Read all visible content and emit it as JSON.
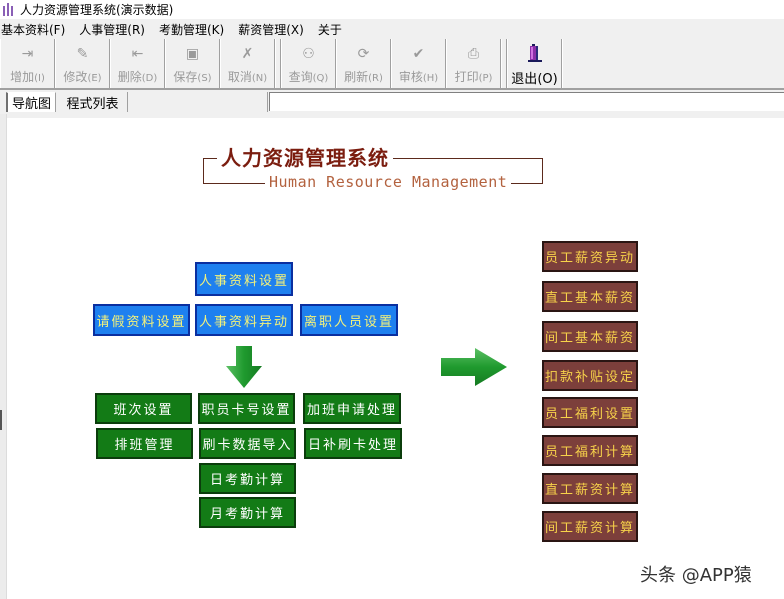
{
  "window": {
    "title": "人力资源管理系统(演示数据)",
    "icon": "app-icon"
  },
  "menu": {
    "items": [
      {
        "label": "基本资料(F)"
      },
      {
        "label": "人事管理(R)"
      },
      {
        "label": "考勤管理(K)"
      },
      {
        "label": "薪资管理(X)"
      },
      {
        "label": "关于"
      }
    ]
  },
  "toolbar": {
    "buttons": [
      {
        "label": "增加",
        "key": "(I)",
        "icon": "add-icon",
        "glyph": "⇥",
        "enabled": false
      },
      {
        "label": "修改",
        "key": "(E)",
        "icon": "edit-icon",
        "glyph": "✎",
        "enabled": false
      },
      {
        "label": "删除",
        "key": "(D)",
        "icon": "delete-icon",
        "glyph": "⇤",
        "enabled": false
      },
      {
        "label": "保存",
        "key": "(S)",
        "icon": "save-icon",
        "glyph": "▣",
        "enabled": false
      },
      {
        "label": "取消",
        "key": "(N)",
        "icon": "cancel-icon",
        "glyph": "✗",
        "enabled": false
      },
      {
        "label": "查询",
        "key": "(Q)",
        "icon": "binoculars-icon",
        "glyph": "⚇",
        "enabled": false
      },
      {
        "label": "刷新",
        "key": "(R)",
        "icon": "refresh-icon",
        "glyph": "⟳",
        "enabled": false
      },
      {
        "label": "审核",
        "key": "(H)",
        "icon": "check-icon",
        "glyph": "✔",
        "enabled": false
      },
      {
        "label": "打印",
        "key": "(P)",
        "icon": "print-icon",
        "glyph": "⎙",
        "enabled": false
      },
      {
        "label": "退出",
        "key": "(O)",
        "icon": "exit-door-icon",
        "glyph": "",
        "enabled": true
      }
    ]
  },
  "tabs": {
    "items": [
      {
        "label": "导航图",
        "selected": true
      },
      {
        "label": "程式列表",
        "selected": false
      }
    ],
    "search_value": ""
  },
  "header": {
    "title_cn": "人力资源管理系统",
    "title_en": "Human Resource Management"
  },
  "personnel": {
    "top": "人事资料设置",
    "row": [
      "请假资料设置",
      "人事资料异动",
      "离职人员设置"
    ]
  },
  "attendance": {
    "rows": [
      [
        "班次设置",
        "职员卡号设置",
        "加班申请处理"
      ],
      [
        "排班管理",
        "刷卡数据导入",
        "日补刷卡处理"
      ]
    ],
    "bottom": [
      "日考勤计算",
      "月考勤计算"
    ]
  },
  "payroll": {
    "items": [
      "员工薪资异动",
      "直工基本薪资",
      "间工基本薪资",
      "扣款补贴设定",
      "员工福利设置",
      "员工福利计算",
      "直工薪资计算",
      "间工薪资计算"
    ]
  },
  "colors": {
    "blue_node": "#1e80ef",
    "blue_text": "#f4f27a",
    "green_node": "#137b16",
    "brown_node": "#7c3f3b",
    "brown_text": "#f7d24a",
    "title_red": "#7b1d0f",
    "subtitle_brown": "#b3623f",
    "arrow_green": "#2a9a3a"
  },
  "watermark": "头条 @APP猿"
}
